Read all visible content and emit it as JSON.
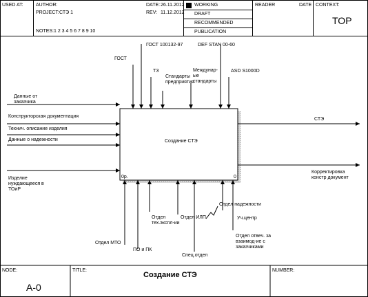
{
  "header": {
    "used_at": "USED AT:",
    "author_label": "AUTHOR:",
    "project_label": "PROJECT:",
    "project_value": "СТЭ 1",
    "date_label": "DATE:",
    "date_value": "26.11.2012",
    "rev_label": "REV:",
    "rev_value": "11.12.2012",
    "notes_label": "NOTES:",
    "notes_value": "1 2 3 4 5 6 7 8 9 10",
    "status": [
      "WORKING",
      "DRAFT",
      "RECOMMENDED",
      "PUBLICATION"
    ],
    "reader_label": "READER",
    "reader_date_label": "DATE",
    "context_label": "CONTEXT:",
    "context_value": "TOP"
  },
  "diagram": {
    "activity_name": "Создание СТЭ",
    "activity_number": "0",
    "activity_cost": "0р.",
    "inputs": [
      "Данные от заказчика",
      "Конструкторская документация",
      "Технич. описание изделия",
      "Данные о надежности",
      "Изделие нуждающееся в ТОиР"
    ],
    "controls": [
      "ГОСТ",
      "ГОСТ 100132-97",
      "ТЗ",
      "Стандарты предприятия",
      "Междунар-ые стандарты",
      "DEF STAN 00-60",
      "ASD S1000D"
    ],
    "outputs": [
      "СТЭ",
      "Корректировка констр документ"
    ],
    "mechanisms": [
      "Отдел МТО",
      "ПО и ПК",
      "Отдел тех.экспл-ии",
      "Спец.отдел",
      "Отдел ИЛП",
      "Отдел надежности",
      "Уч.центр",
      "Отдел отвеч. за взаимод-ие с заказчиками"
    ]
  },
  "footer": {
    "node_label": "NODE:",
    "node_value": "A-0",
    "title_label": "TITLE:",
    "title_value": "Создание СТЭ",
    "number_label": "NUMBER:"
  }
}
